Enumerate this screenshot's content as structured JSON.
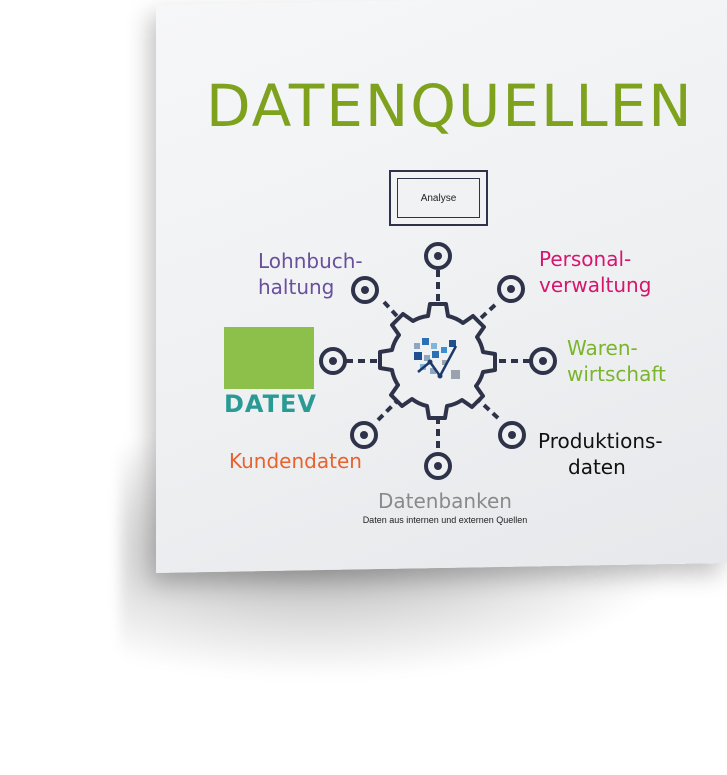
{
  "title": "DATENQUELLEN",
  "analyse_label": "Analyse",
  "sources": {
    "lohnbuchhaltung": [
      "Lohnbuch-",
      "haltung"
    ],
    "personalverwaltung": [
      "Personal-",
      "verwaltung"
    ],
    "warenwirtschaft": [
      "Waren-",
      "wirtschaft"
    ],
    "produktionsdaten": [
      "Produktions-",
      "daten"
    ],
    "kundendaten": "Kundendaten",
    "datenbanken": "Datenbanken"
  },
  "datev_logo_text": "DATEV",
  "subtitle": "Daten aus internen und externen Quellen",
  "colors": {
    "title": "#7ea21e",
    "lohnbuchhaltung": "#6a4f9c",
    "personalverwaltung": "#d6156f",
    "warenwirtschaft": "#7ab52c",
    "produktionsdaten": "#111111",
    "kundendaten": "#e8622e",
    "datenbanken": "#8a8a8a",
    "hub": "#2e3349",
    "datev_green": "#8dc04a",
    "datev_teal": "#2a9a94"
  },
  "icons": [
    "gear-icon",
    "data-analytics-icon",
    "target-node-icon"
  ]
}
